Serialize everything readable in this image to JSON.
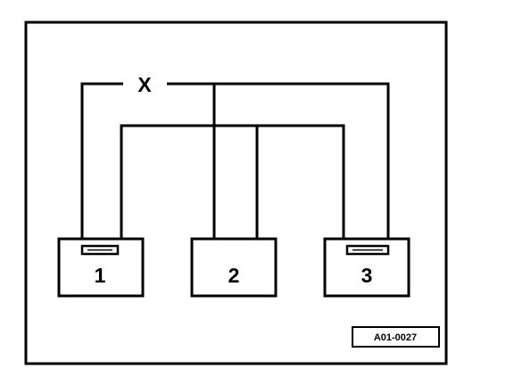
{
  "diagram": {
    "connection_label": "X",
    "components": [
      {
        "id": "1",
        "label": "1",
        "has_connector": true
      },
      {
        "id": "2",
        "label": "2",
        "has_connector": false
      },
      {
        "id": "3",
        "label": "3",
        "has_connector": true
      }
    ],
    "reference_code": "A01-0027",
    "colors": {
      "line": "#000000",
      "background": "#ffffff"
    }
  }
}
